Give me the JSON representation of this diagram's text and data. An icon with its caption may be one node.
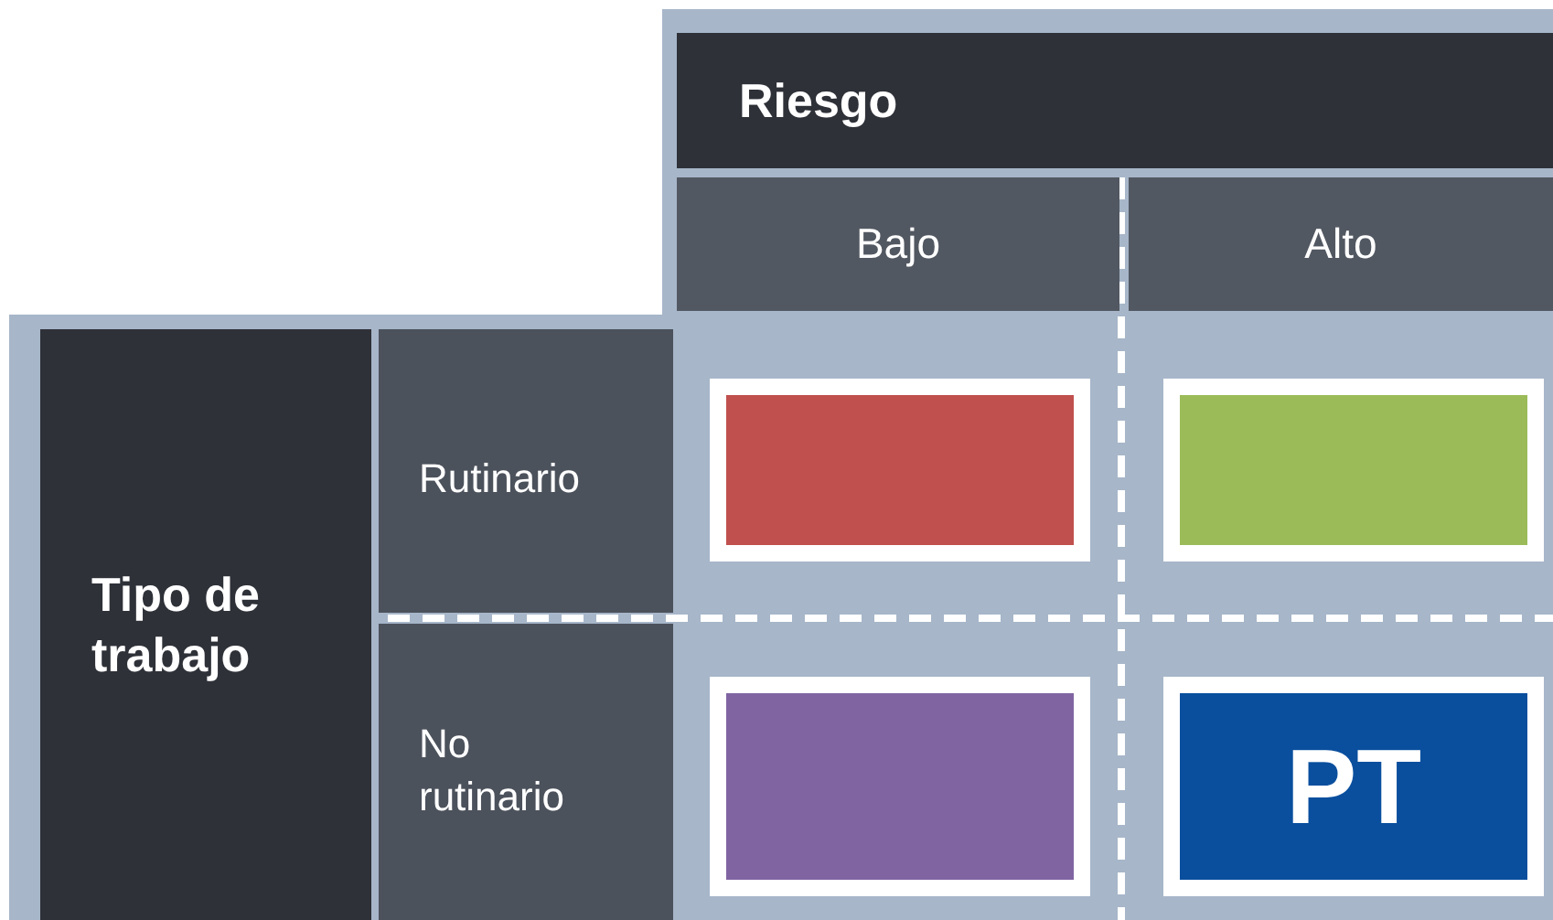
{
  "diagram": {
    "nodes": [
      {
        "text": [
          "Riesgo"
        ]
      },
      {
        "text": [
          "Bajo"
        ]
      },
      {
        "text": [
          "Alto"
        ]
      },
      {
        "text": [
          "Tipo de trabajo"
        ]
      },
      {
        "text": [
          "Rutinario"
        ]
      },
      {
        "text": [
          "No rutinario"
        ]
      },
      {
        "text": [],
        "shape": "box"
      },
      {
        "text": [],
        "shape": "box"
      },
      {
        "text": [],
        "shape": "box"
      },
      {
        "text": [
          "PT"
        ]
      }
    ]
  }
}
